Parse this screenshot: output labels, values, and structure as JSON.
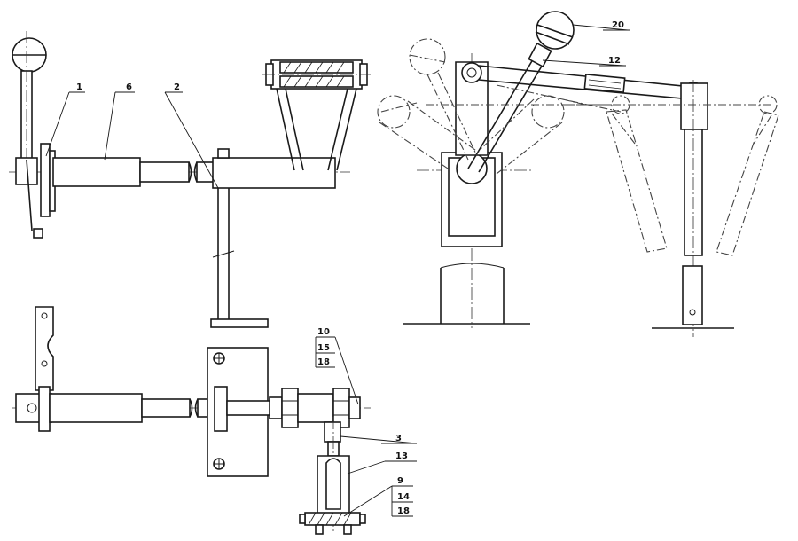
{
  "callouts": {
    "c1": "1",
    "c6": "6",
    "c2": "2",
    "c20": "20",
    "c12": "12",
    "c10": "10",
    "c15": "15",
    "c18a": "18",
    "c3": "3",
    "c13": "13",
    "c9": "9",
    "c14": "14",
    "c18b": "18"
  }
}
